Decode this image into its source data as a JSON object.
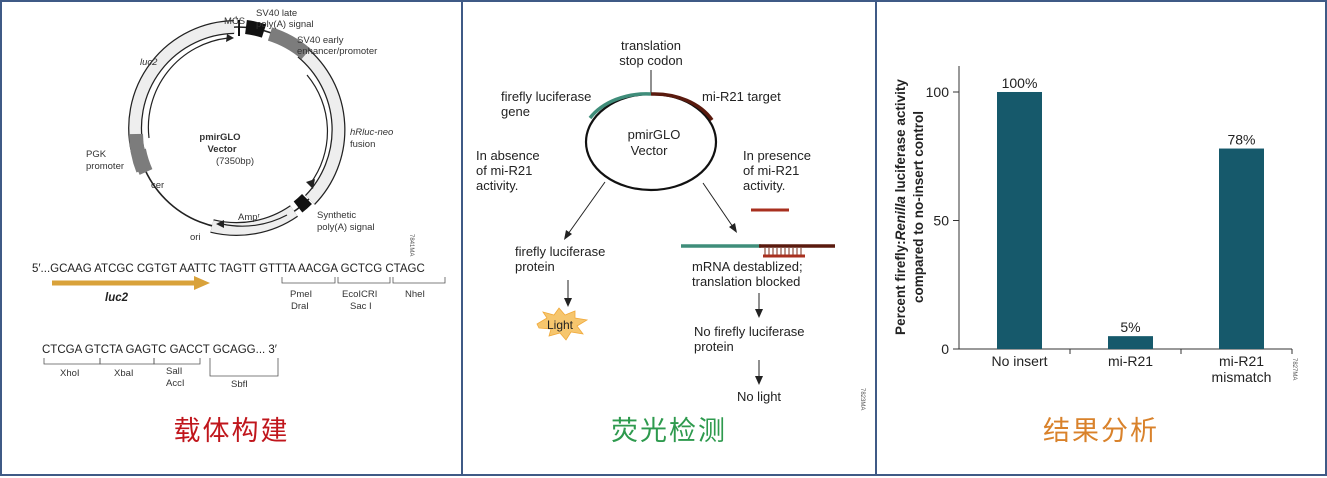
{
  "panel1": {
    "labels": {
      "mcs": "MCS",
      "sv40_late_1": "SV40 late",
      "sv40_late_2": "poly(A) signal",
      "sv40_early_1": "SV40 early",
      "sv40_early_2": "enhancer/promoter",
      "luc2": "luc2",
      "hrluc_1": "hRluc-neo",
      "hrluc_2": "fusion",
      "pgk_1": "PGK",
      "pgk_2": "promoter",
      "cer": "cer",
      "amp": "Ampʳ",
      "ori": "ori",
      "synthetic_1": "Synthetic",
      "synthetic_2": "poly(A) signal",
      "vector_name": "pmirGLO",
      "vector_word": "Vector",
      "vector_size": "(7350bp)",
      "code": "7841MA"
    },
    "sequence1": "5′...GCAAG ATCGC CGTGT AATTC TAGTT GTTTA AACGA GCTCG CTAGC",
    "arrow_label": "luc2",
    "sites1": [
      "PmeI",
      "DraI",
      "EcoICRI",
      "Sac I",
      "NheI"
    ],
    "sequence2": "CTCGA GTCTA GAGTC GACCT GCAGG... 3′",
    "sites2": [
      "XhoI",
      "XbaI",
      "SalI",
      "AccI",
      "SbfI"
    ],
    "caption": "载体构建",
    "caption_color": "#c0161c"
  },
  "panel2": {
    "stop_1": "translation",
    "stop_2": "stop codon",
    "firefly_1": "firefly luciferase",
    "firefly_2": "gene",
    "target": "mi-R21 target",
    "vector_1": "pmirGLO",
    "vector_2": "Vector",
    "absence_1": "In absence",
    "absence_2": "of mi-R21",
    "absence_3": "activity.",
    "presence_1": "In presence",
    "presence_2": "of mi-R21",
    "presence_3": "activity.",
    "protein_1": "firefly luciferase",
    "protein_2": "protein",
    "light": "Light",
    "mrna_1": "mRNA destablized;",
    "mrna_2": "translation blocked",
    "noprot_1": "No firefly luciferase",
    "noprot_2": "protein",
    "nolight": "No light",
    "code": "7823MA",
    "caption": "荧光检测",
    "caption_color": "#2e9a4e"
  },
  "panel3": {
    "ylabel_pre": "Percent firefly:",
    "ylabel_em": "Renilla",
    "ylabel_post": " luciferase activity",
    "ylabel_2": "compared to no-insert control",
    "code": "7827MA",
    "caption": "结果分析",
    "caption_color": "#d9822b"
  },
  "chart_data": {
    "type": "bar",
    "categories": [
      "No insert",
      "mi-R21",
      "mi-R21 mismatch"
    ],
    "values": [
      100,
      5,
      78
    ],
    "value_labels": [
      "100%",
      "5%",
      "78%"
    ],
    "ylabel": "Percent firefly:Renilla luciferase activity compared to no-insert control",
    "yticks": [
      0,
      50,
      100
    ],
    "ylim": [
      0,
      107
    ],
    "bar_color": "#16596b",
    "grid": false,
    "legend": "none"
  }
}
